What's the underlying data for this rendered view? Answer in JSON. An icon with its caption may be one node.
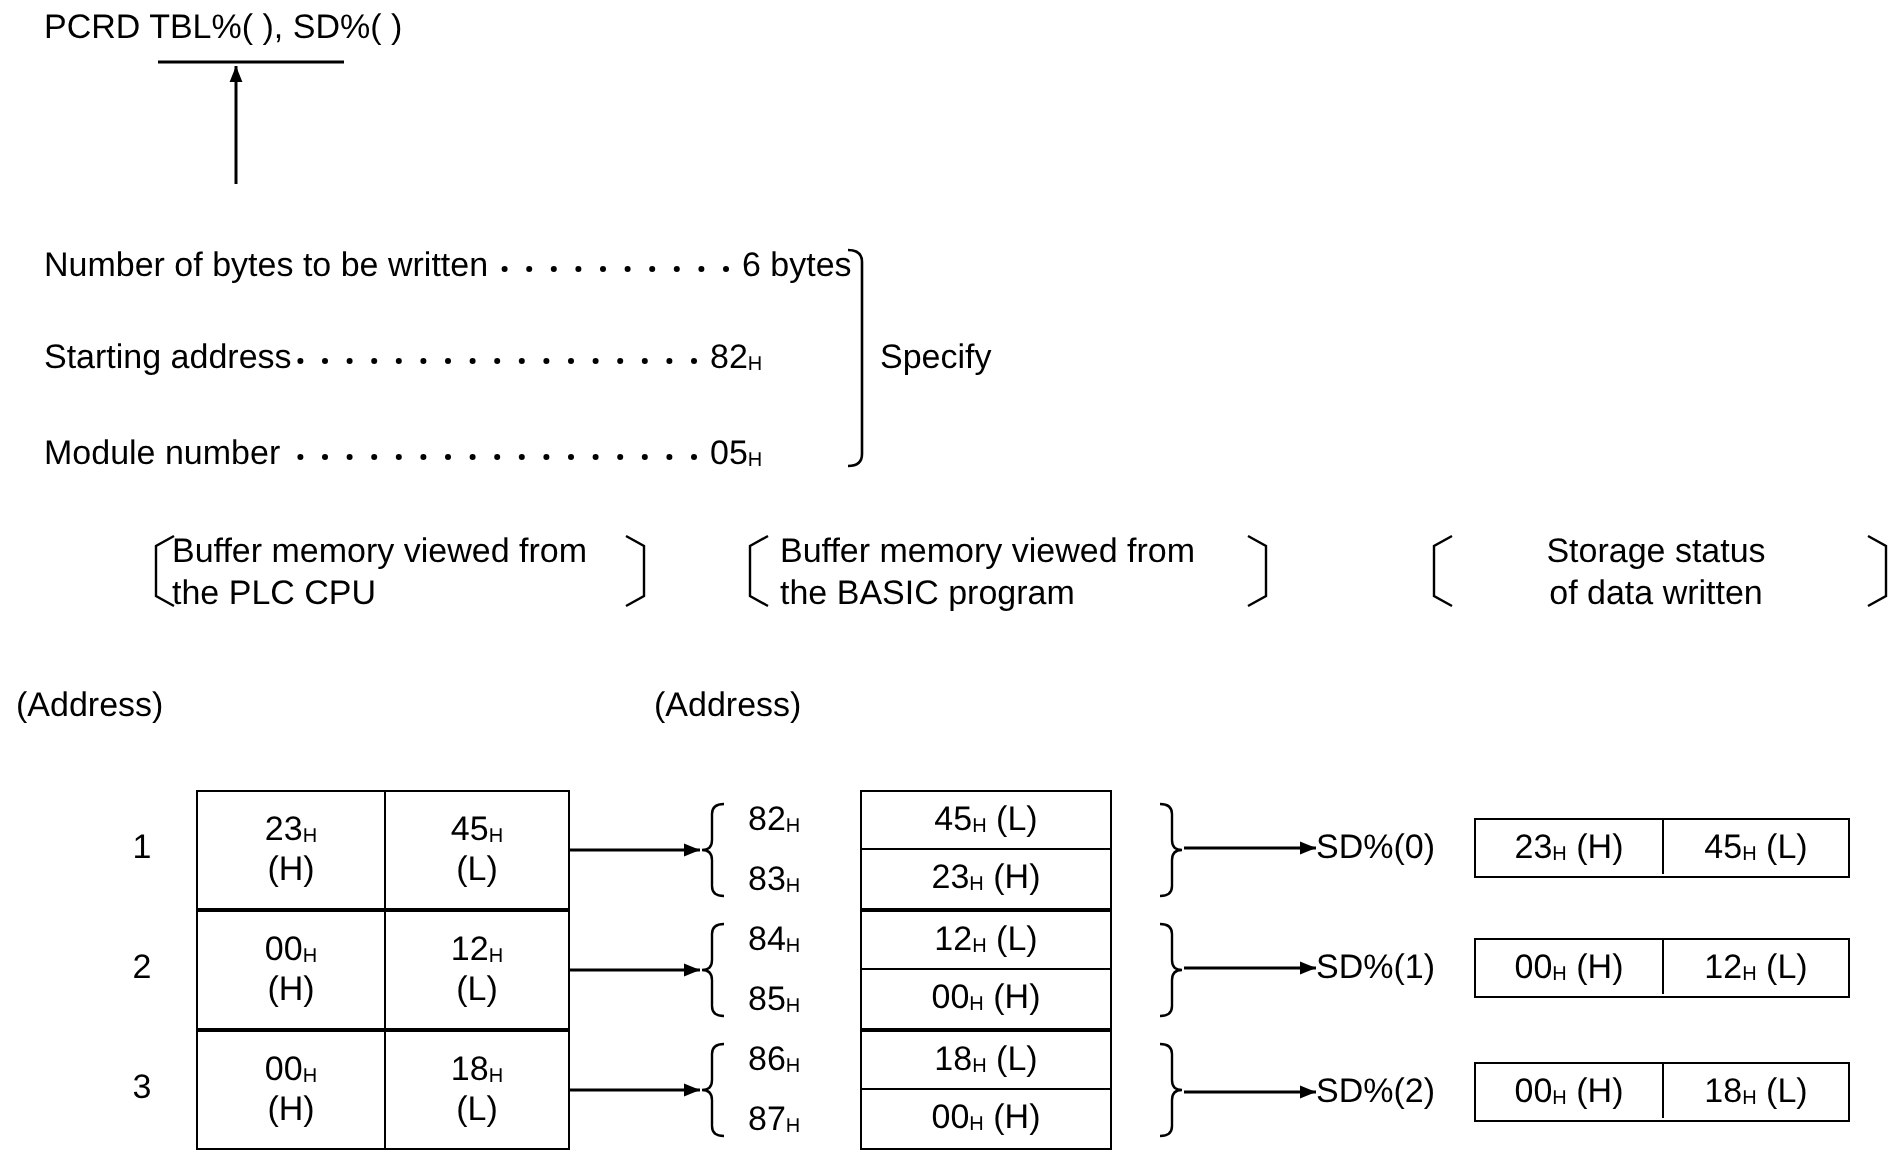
{
  "diagram": {
    "nodes": [
      {
        "text": [
          "PCRD TBL%( ), SD%( )"
        ]
      },
      {
        "text": [
          "23$_{H}$ (H)",
          "45$_{H}$ (L)"
        ],
        "beside": [
          "1"
        ]
      },
      {
        "text": [
          "82$_{H}$",
          "83$_{H}$"
        ]
      },
      {
        "text": [
          "45$_{H}$ (L)"
        ],
        "in": 2
      },
      {
        "text": [
          "23$_{H}$ (H)"
        ],
        "in": 2
      },
      {
        "text": [
          "SD%(0)",
          "23$_{H}$ (H)",
          "45$_{H}$ (L)"
        ]
      },
      {
        "text": [
          "00$_{H}$ (H)",
          "12$_{H}$ (L)"
        ],
        "beside": [
          "2"
        ]
      },
      {
        "text": [
          "84$_{H}$",
          "85$_{H}$"
        ]
      },
      {
        "text": [
          "12$_{H}$ (L)"
        ],
        "in": 7
      },
      {
        "text": [
          "00$_{H}$ (H)"
        ],
        "in": 7
      },
      {
        "text": [
          "SD%(1)",
          "00$_{H}$ (H)",
          "12$_{H}$ (L)"
        ]
      },
      {
        "text": [
          "00$_{H}$ (H)",
          "18$_{H}$ (L)"
        ],
        "beside": [
          "3"
        ]
      },
      {
        "text": [
          "86$_{H}$",
          "87$_{H}$"
        ]
      },
      {
        "text": [
          "18$_{H}$ (L)"
        ],
        "in": 12
      },
      {
        "text": [
          "00$_{H}$ (H)"
        ],
        "in": 12
      },
      {
        "text": [
          "SD%(2)",
          "00$_{H}$ (H)",
          "18$_{H}$ (L)"
        ]
      }
    ],
    "edges": [
      {
        "from": null,
        "to": 0,
        "arrow": "to"
      },
      {
        "from": 1,
        "to": 2,
        "arrow": "to"
      },
      {
        "from": 2,
        "to": 5,
        "arrow": "to"
      },
      {
        "from": 6,
        "to": 7,
        "arrow": "to"
      },
      {
        "from": 7,
        "to": 10,
        "arrow": "to"
      },
      {
        "from": 11,
        "to": 12,
        "arrow": "to"
      },
      {
        "from": 12,
        "to": 15,
        "arrow": "to"
      }
    ],
    "labels": [
      "Number of bytes to be written",
      "6 bytes",
      "Starting address",
      "82$_{H}$",
      "Specify",
      "Module number",
      "05$_{H}$",
      "Buffer memory viewed from the PLC CPU",
      "Buffer memory viewed from the BASIC program",
      "Storage status of data written",
      "(Address)",
      "(Address)"
    ]
  }
}
